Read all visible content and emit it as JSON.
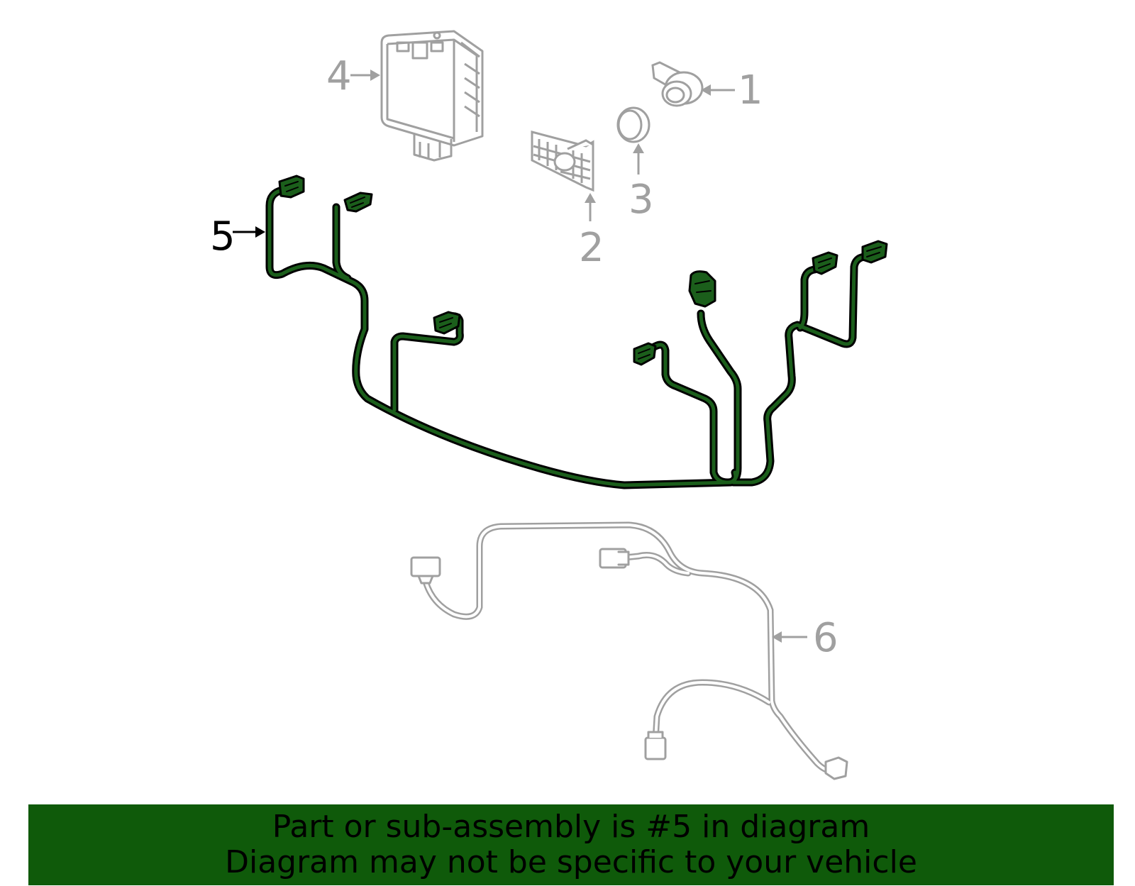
{
  "colors": {
    "highlight": "#0f5a0a",
    "highlight_wire": "#1b5e1b",
    "outline": "#000000",
    "muted_part": "#a0a0a0",
    "banner_bg": "#0f5a0a",
    "banner_text": "#000000"
  },
  "callouts": [
    {
      "id": "1",
      "label": "1",
      "part": "parking-sensor",
      "highlighted": false
    },
    {
      "id": "2",
      "label": "2",
      "part": "sensor-bracket",
      "highlighted": false
    },
    {
      "id": "3",
      "label": "3",
      "part": "sensor-ring",
      "highlighted": false
    },
    {
      "id": "4",
      "label": "4",
      "part": "control-module",
      "highlighted": false
    },
    {
      "id": "5",
      "label": "5",
      "part": "bumper-wiring-harness",
      "highlighted": true
    },
    {
      "id": "6",
      "label": "6",
      "part": "connecting-harness",
      "highlighted": false
    }
  ],
  "banner": {
    "line1": "Part or sub-assembly is #5 in diagram",
    "line2": "Diagram may not be specific to your vehicle"
  }
}
